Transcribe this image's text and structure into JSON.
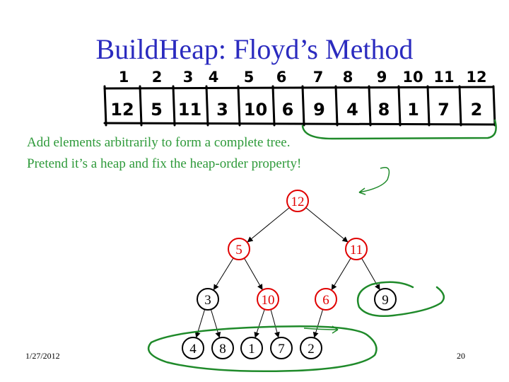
{
  "title": "BuildHeap: Floyd’s Method",
  "lines": [
    "Add elements arbitrarily to form a complete tree.",
    "Pretend it’s a heap and fix the heap-order property!"
  ],
  "array": {
    "indices": [
      "1",
      "2",
      "3",
      "4",
      "5",
      "6",
      "7",
      "8",
      "9",
      "10",
      "11",
      "12"
    ],
    "values": [
      "12",
      "5",
      "11",
      "3",
      "10",
      "6",
      "9",
      "4",
      "8",
      "1",
      "7",
      "2"
    ]
  },
  "tree": {
    "nodes": [
      {
        "label": "12",
        "color": "#e00000"
      },
      {
        "label": "5",
        "color": "#e00000"
      },
      {
        "label": "11",
        "color": "#e00000"
      },
      {
        "label": "3",
        "color": "#000000"
      },
      {
        "label": "10",
        "color": "#e00000"
      },
      {
        "label": "6",
        "color": "#e00000"
      },
      {
        "label": "9",
        "color": "#000000"
      },
      {
        "label": "4",
        "color": "#000000"
      },
      {
        "label": "8",
        "color": "#000000"
      },
      {
        "label": "1",
        "color": "#000000"
      },
      {
        "label": "7",
        "color": "#000000"
      },
      {
        "label": "2",
        "color": "#000000"
      }
    ]
  },
  "footer": {
    "date": "1/27/2012",
    "page": "20"
  },
  "colors": {
    "title": "#2b2bbf",
    "text": "#2e9a3a",
    "annotation": "#1f8a2a"
  }
}
